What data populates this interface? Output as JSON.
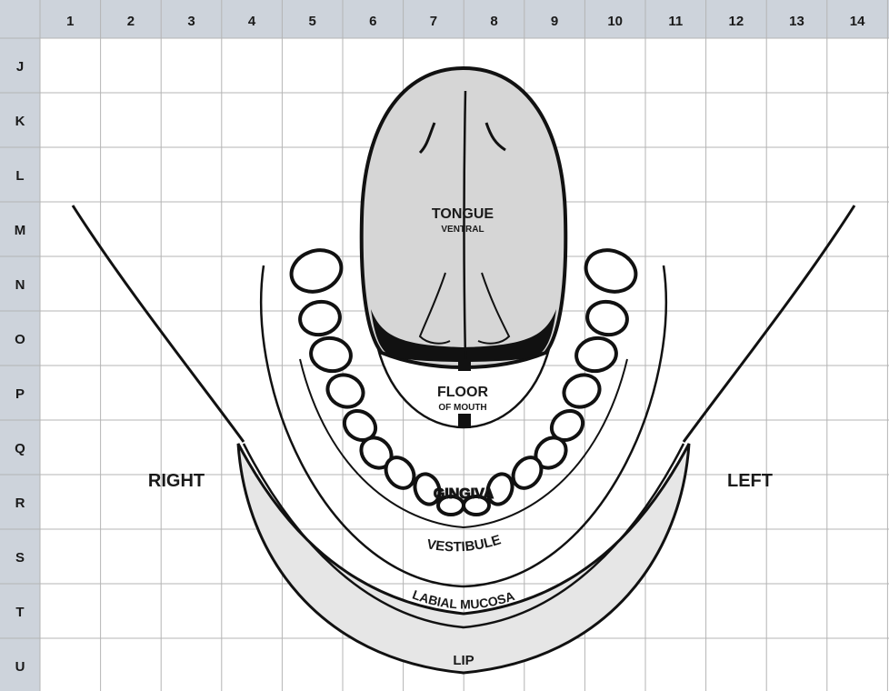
{
  "grid": {
    "columns": [
      "1",
      "2",
      "3",
      "4",
      "5",
      "6",
      "7",
      "8",
      "9",
      "10",
      "11",
      "12",
      "13",
      "14"
    ],
    "rows": [
      "J",
      "K",
      "L",
      "M",
      "N",
      "O",
      "P",
      "Q",
      "R",
      "S",
      "T",
      "U"
    ]
  },
  "labels": {
    "tongue": "TONGUE",
    "tongue_sub": "VENTRAL",
    "floor": "FLOOR",
    "floor_sub": "OF MOUTH",
    "gingiva": "GINGIVA",
    "vestibule": "VESTIBULE",
    "labial_mucosa": "LABIAL MUCOSA",
    "lip": "LIP",
    "right": "RIGHT",
    "left": "LEFT"
  },
  "colors": {
    "header_bg": "#cdd3db",
    "grid_line": "#b4b4b4",
    "outline": "#111111",
    "tissue_fill": "#d6d6d6",
    "lip_fill": "#e6e6e6"
  }
}
